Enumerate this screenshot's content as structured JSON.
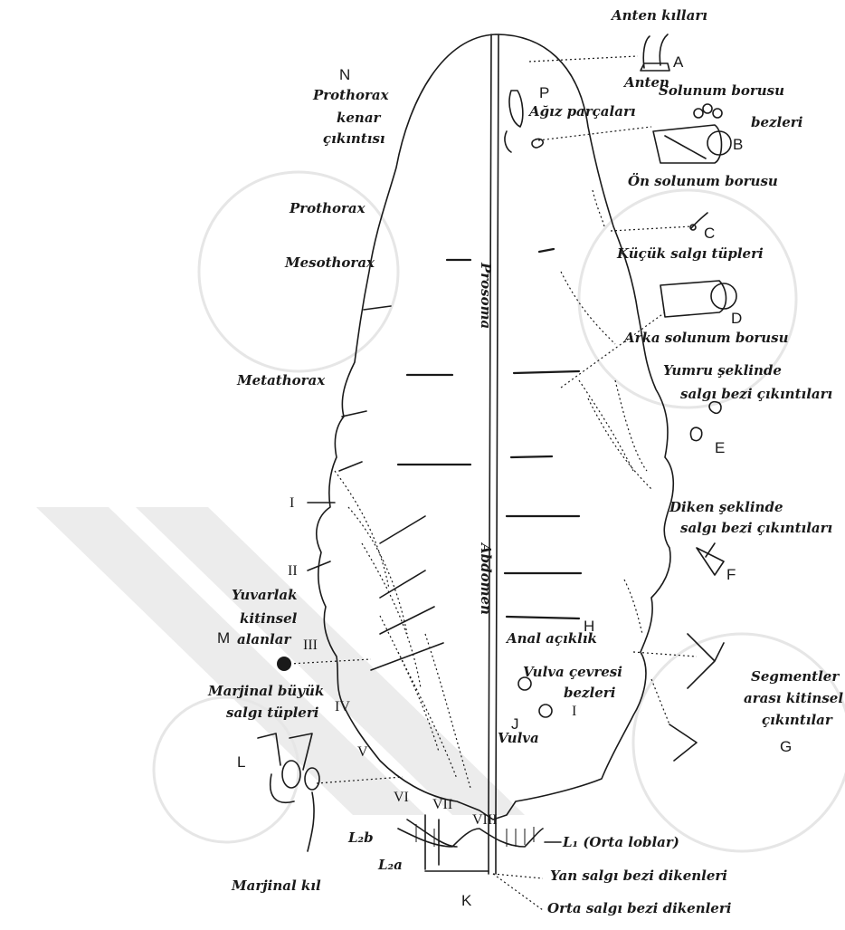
{
  "labels": {
    "anten_killari": "Anten kılları",
    "a": "A",
    "anten": "Anten",
    "solunum_line1": "Solunum borusu",
    "solunum_line2": "bezleri",
    "b": "B",
    "p": "P",
    "agiz": "Ağız parçaları",
    "on_solunum": "Ön solunum borusu",
    "c": "C",
    "kucuk_salgi": "Küçük salgı tüpleri",
    "d": "D",
    "arka_solunum": "Arka solunum borusu",
    "yumru_line1": "Yumru şeklinde",
    "yumru_line2": "salgı bezi çıkıntıları",
    "e": "E",
    "diken_line1": "Diken şeklinde",
    "diken_line2": "salgı bezi çıkıntıları",
    "f": "F",
    "segment_line1": "Segmentler",
    "segment_line2": "arası kitinsel",
    "segment_line3": "çıkıntılar",
    "g": "G",
    "h": "H",
    "anal": "Anal açıklık",
    "vulva_cevresi_line1": "Vulva çevresi",
    "vulva_cevresi_line2": "bezleri",
    "roman_i_right": "I",
    "j": "J",
    "vulva": "Vulva",
    "n": "N",
    "prothorax_kenar_line1": "Prothorax",
    "prothorax_kenar_line2": "kenar",
    "prothorax_kenar_line3": "çıkıntısı",
    "prothorax": "Prothorax",
    "mesothorax": "Mesothorax",
    "metathorax": "Metathorax",
    "prosoma": "Prosoma",
    "abdomen": "Abdomen",
    "seg_i": "I",
    "seg_ii": "II",
    "seg_iii": "III",
    "seg_iv": "IV",
    "seg_v": "V",
    "seg_vi": "VI",
    "seg_vii": "VII",
    "seg_viii": "VIII",
    "m": "M",
    "yuvarlak_line1": "Yuvarlak",
    "yuvarlak_line2": "kitinsel",
    "yuvarlak_line3": "alanlar",
    "marjinal_buyuk_line1": "Marjinal büyük",
    "marjinal_buyuk_line2": "salgı tüpleri",
    "l": "L",
    "marjinal_kil": "Marjinal kıl",
    "l2b": "L₂b",
    "l2a": "L₂a",
    "l1": "L₁ (Orta loblar)",
    "yan_salgi": "Yan salgı bezi dikenleri",
    "k": "K",
    "orta_salgi": "Orta salgı bezi dikenleri"
  },
  "colors": {
    "ink": "#1a1a1a",
    "paper": "#ffffff",
    "watermark": "#e6e6e6"
  }
}
